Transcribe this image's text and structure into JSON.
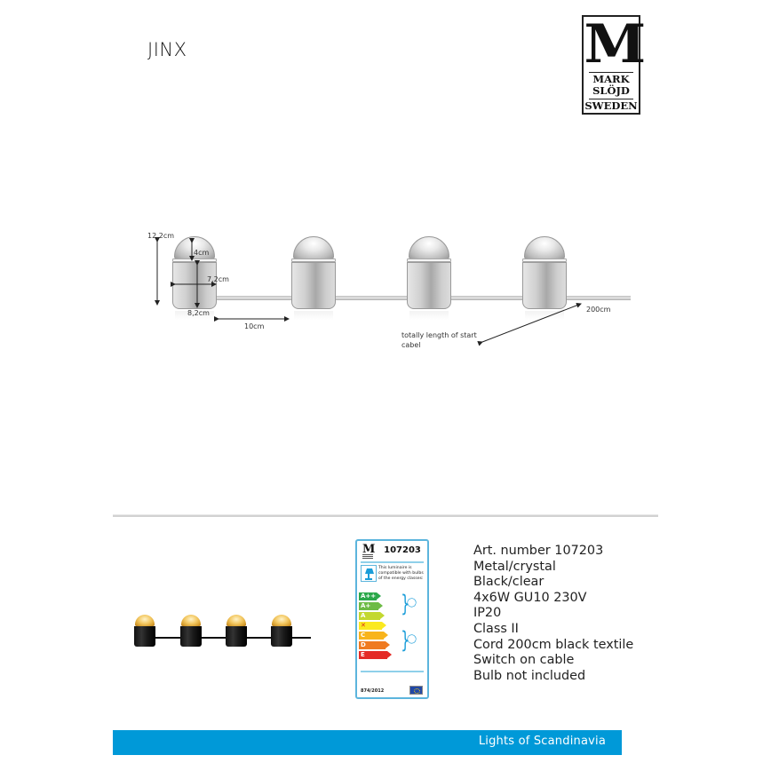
{
  "header": {
    "product_name": "JINX",
    "logo": {
      "letter": "M",
      "lines": [
        "MARK",
        "SLÖJD",
        "SWEDEN"
      ]
    }
  },
  "drawing": {
    "dimensions": {
      "total_height": "12,2cm",
      "dome_height": "4cm",
      "body_width": "7,2cm",
      "base_width": "8,2cm",
      "spacing": "10cm",
      "cable_length": "200cm"
    },
    "cable_note": [
      "totally length of start",
      "cabel"
    ],
    "lamp_count": 4
  },
  "energy_label": {
    "logo_letter": "M",
    "art_number": "107203",
    "compat_text": "This luminaire is compatible with bulbs of the energy classes:",
    "classes": [
      {
        "label": "A++",
        "color": "#2ba84a",
        "width": 20
      },
      {
        "label": "A+",
        "color": "#6dbb45",
        "width": 22
      },
      {
        "label": "A",
        "color": "#c3d82f",
        "width": 24
      },
      {
        "label": "✕",
        "color": "#fbe920",
        "width": 26,
        "text_color": "#d92a1c"
      },
      {
        "label": "C",
        "color": "#f8b41c",
        "width": 28
      },
      {
        "label": "D",
        "color": "#ef7a21",
        "width": 30
      },
      {
        "label": "E",
        "color": "#e42a26",
        "width": 32
      }
    ],
    "regulation": "874/2012"
  },
  "specs": [
    "Art. number 107203",
    "Metal/crystal",
    "Black/clear",
    "4x6W GU10 230V",
    "IP20",
    "Class II",
    "Cord 200cm black textile",
    "Switch on cable",
    "Bulb not included"
  ],
  "footer": {
    "tagline": "Lights of Scandinavia",
    "color": "#0099d8"
  }
}
